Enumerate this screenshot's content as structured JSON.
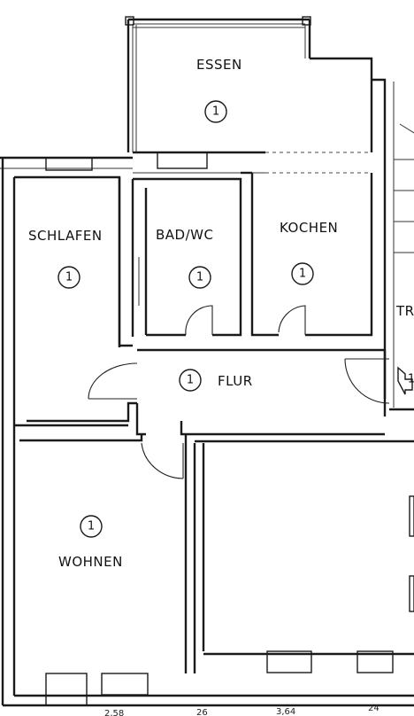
{
  "rooms": {
    "essen": {
      "label": "ESSEN",
      "number": "1"
    },
    "schlafen": {
      "label": "SCHLAFEN",
      "number": "1"
    },
    "bad": {
      "label": "BAD/WC",
      "number": "1"
    },
    "kochen": {
      "label": "KOCHEN",
      "number": "1"
    },
    "flur": {
      "label": "FLUR",
      "number": "1"
    },
    "wohnen": {
      "label": "WOHNEN",
      "number": "1"
    },
    "treppe": {
      "label": "TR"
    }
  },
  "entrance_number": "1",
  "dimensions": [
    "2,58",
    "26",
    "3,64",
    "24"
  ]
}
